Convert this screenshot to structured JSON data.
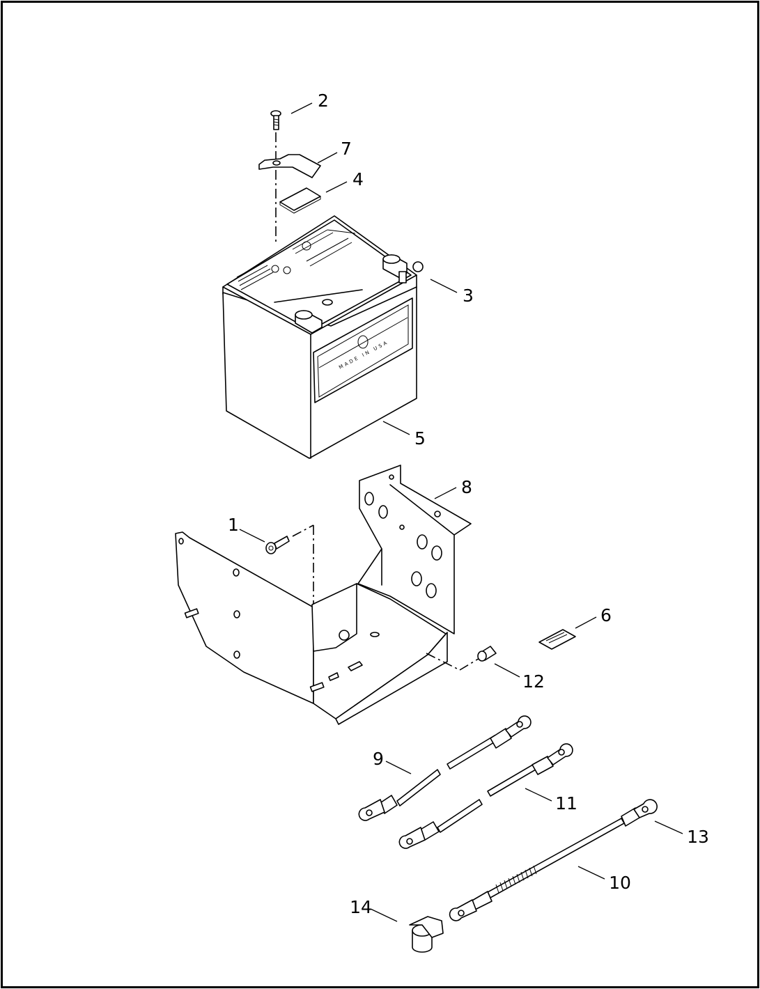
{
  "diagram": {
    "callouts": [
      {
        "id": "1",
        "label": "1"
      },
      {
        "id": "2",
        "label": "2"
      },
      {
        "id": "3",
        "label": "3"
      },
      {
        "id": "4",
        "label": "4"
      },
      {
        "id": "5",
        "label": "5"
      },
      {
        "id": "6",
        "label": "6"
      },
      {
        "id": "7",
        "label": "7"
      },
      {
        "id": "8",
        "label": "8"
      },
      {
        "id": "9",
        "label": "9"
      },
      {
        "id": "10",
        "label": "10"
      },
      {
        "id": "11",
        "label": "11"
      },
      {
        "id": "12",
        "label": "12"
      },
      {
        "id": "13",
        "label": "13"
      },
      {
        "id": "14",
        "label": "14"
      }
    ],
    "battery_marking": "MADE IN USA"
  }
}
